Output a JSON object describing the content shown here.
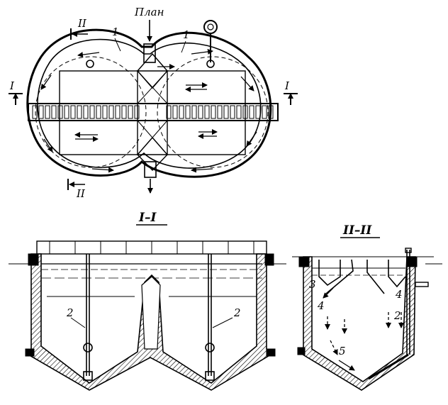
{
  "plan": {
    "title": "План",
    "section_mark_i": "I",
    "section_mark_ii": "II",
    "tray_label": "1"
  },
  "section_i": {
    "title": "I–I",
    "pipe_label": "2"
  },
  "section_ii": {
    "title": "II–II",
    "label_3": "3",
    "label_4": "4",
    "label_2": "2",
    "label_5": "5"
  }
}
